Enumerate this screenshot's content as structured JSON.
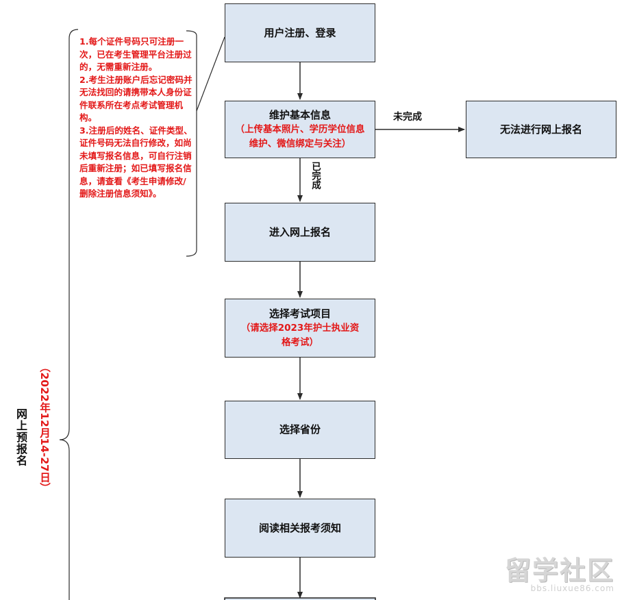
{
  "steps": {
    "register": "用户注册、登录",
    "maintain_title": "维护基本信息",
    "maintain_sub": "（上传基本照片、学历学位信息维护、微信绑定与关注）",
    "cannot_register": "无法进行网上报名",
    "enter_online": "进入网上报名",
    "select_exam_title": "选择考试项目",
    "select_exam_sub": "（请选择2023年护士执业资格考试）",
    "select_province": "选择省份",
    "read_notice": "阅读相关报考须知"
  },
  "edge_labels": {
    "not_done": "未完成",
    "done": "已完成"
  },
  "notes": [
    "1.每个证件号码只可注册一次，已在考生管理平台注册过的，无需重新注册。",
    "2.考生注册账户后忘记密码并无法找回的请携带本人身份证件联系所在考点考试管理机构。",
    "3.注册后的姓名、证件类型、证件号码无法自行修改，如尚未填写报名信息，可自行注销后重新注册；如已填写报名信息，请查看《考生申请修改/删除注册信息须知》。"
  ],
  "phase": {
    "title": "网上预报名",
    "date": "（2022年12月14-27日）"
  },
  "watermark": {
    "text": "留学社区",
    "url": "bbs.liuxue86.com"
  },
  "colors": {
    "box_fill": "#dce6f2",
    "highlight_red": "#e31818",
    "line": "#2b2b2b"
  }
}
